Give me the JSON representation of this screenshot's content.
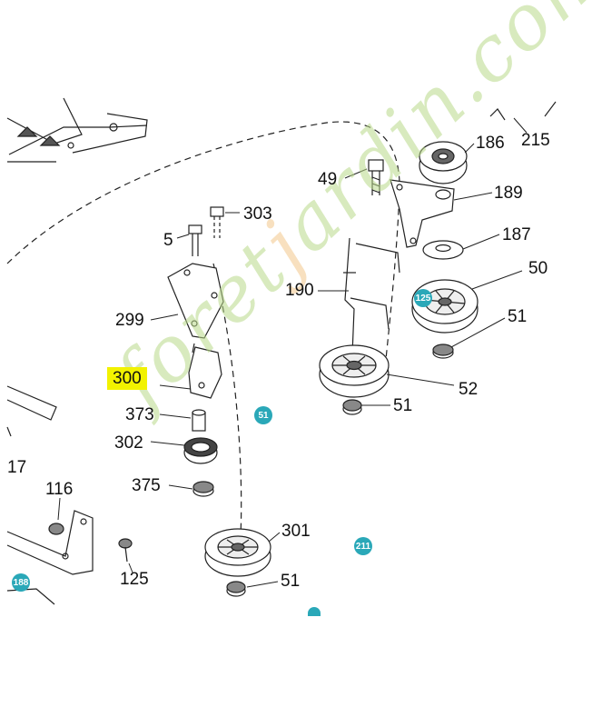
{
  "labels": {
    "p186": "186",
    "p215": "215",
    "p49": "49",
    "p189": "189",
    "p303": "303",
    "p5": "5",
    "p187": "187",
    "p50": "50",
    "p190": "190",
    "p299": "299",
    "p51a": "51",
    "p300": "300",
    "p52": "52",
    "p51b": "51",
    "p373": "373",
    "p302": "302",
    "p17": "17",
    "p116": "116",
    "p375": "375",
    "p301": "301",
    "p51c": "51",
    "p125": "125"
  },
  "highlight_color": "#f2f200",
  "ref_badges": {
    "b125": "125",
    "b51": "51",
    "b211": "211",
    "b188": "188"
  },
  "badge_color": "#2aa8b8",
  "watermark": {
    "text_green_1": "foret",
    "text_orange": "j",
    "text_green_2": "ardin.com"
  }
}
